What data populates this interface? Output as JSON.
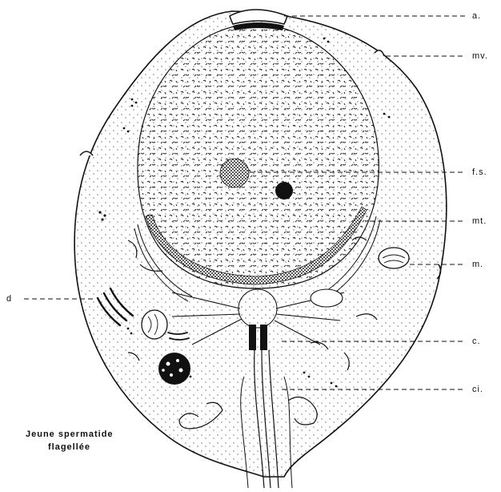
{
  "figure": {
    "caption_line1": "Jeune spermatide",
    "caption_line2": "flagellée"
  },
  "labels": {
    "a": "a.",
    "mv": "mv.",
    "fs": "f.s.",
    "mt": "mt.",
    "m": "m.",
    "d": "d",
    "c": "c.",
    "ci": "ci."
  },
  "colors": {
    "ink": "#111111",
    "paper": "#ffffff"
  }
}
